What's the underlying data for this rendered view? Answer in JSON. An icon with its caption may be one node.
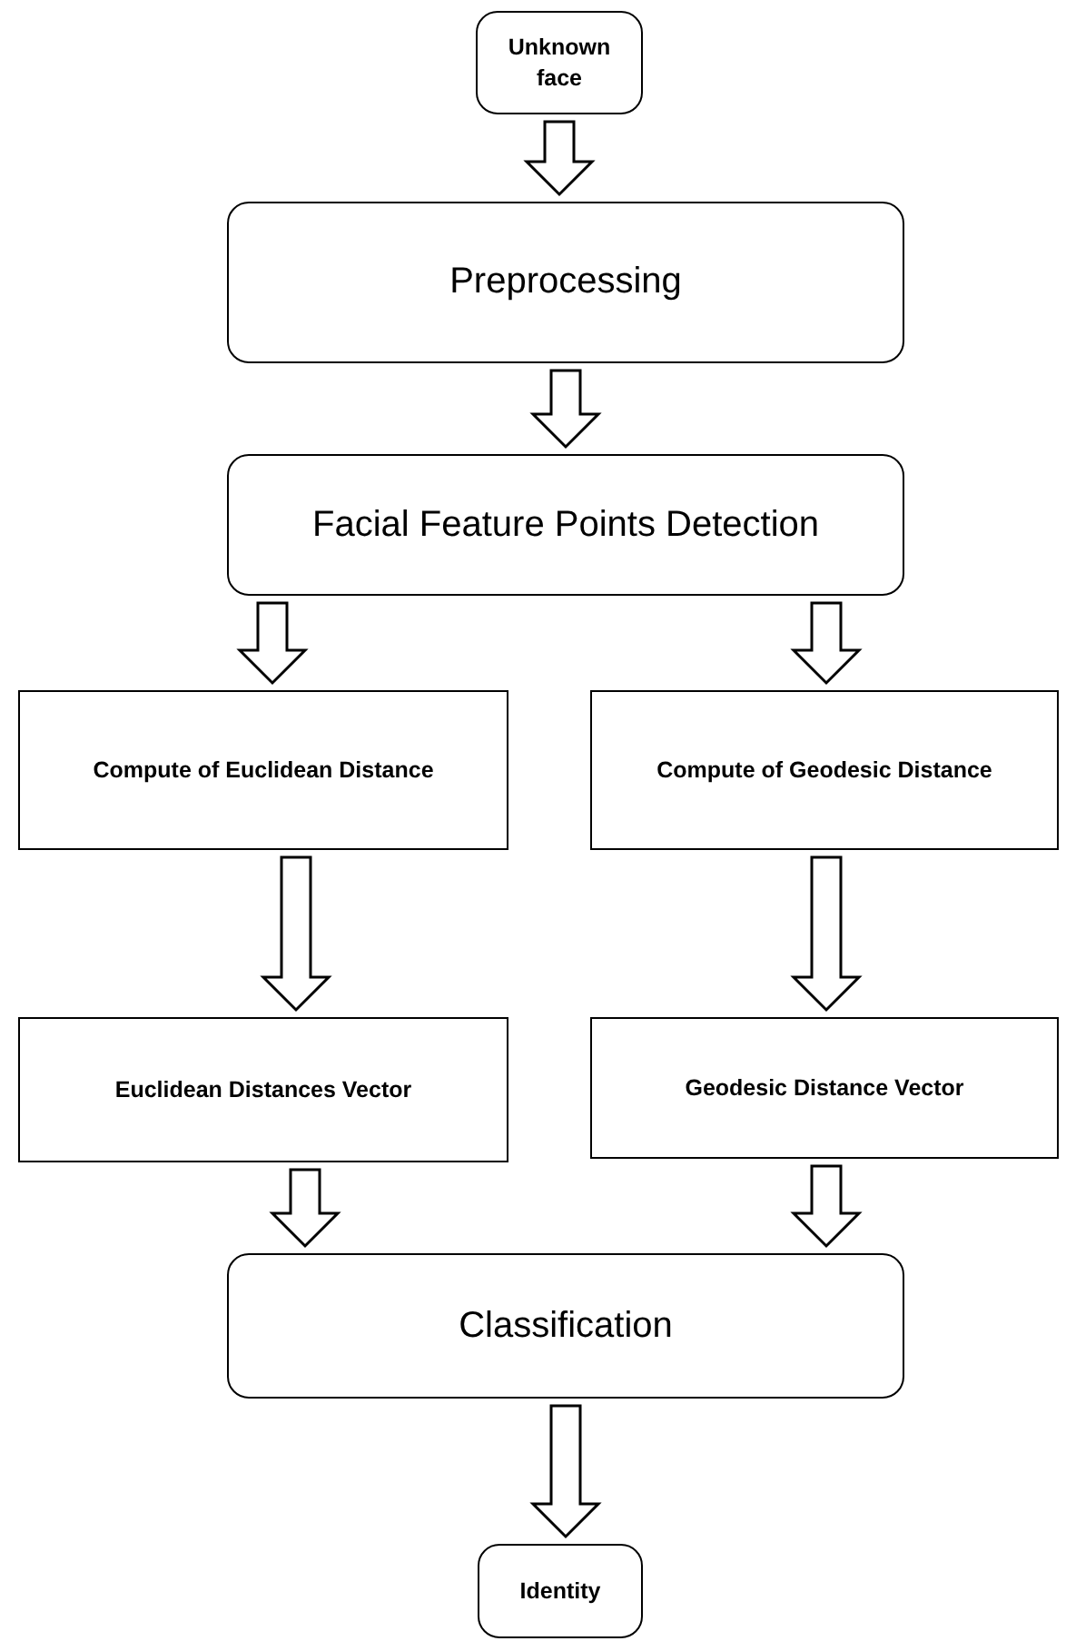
{
  "diagram": {
    "nodes": [
      {
        "text": [
          "Unknown face"
        ]
      },
      {
        "text": [
          "Preprocessing"
        ]
      },
      {
        "text": [
          "Facial Feature Points Detection"
        ]
      },
      {
        "text": [
          "Compute of Euclidean Distance"
        ]
      },
      {
        "text": [
          "Compute of Geodesic Distance"
        ]
      },
      {
        "text": [
          "Euclidean Distances Vector"
        ]
      },
      {
        "text": [
          "Geodesic Distance Vector"
        ]
      },
      {
        "text": [
          "Classification"
        ]
      },
      {
        "text": [
          "Identity"
        ]
      }
    ],
    "edges": [
      {
        "from": 0,
        "to": 1,
        "arrow": "to"
      },
      {
        "from": 1,
        "to": 2,
        "arrow": "to"
      },
      {
        "from": 2,
        "to": 3,
        "arrow": "to"
      },
      {
        "from": 2,
        "to": 4,
        "arrow": "to"
      },
      {
        "from": 3,
        "to": 5,
        "arrow": "to"
      },
      {
        "from": 4,
        "to": 6,
        "arrow": "to"
      },
      {
        "from": 5,
        "to": 7,
        "arrow": "to"
      },
      {
        "from": 6,
        "to": 7,
        "arrow": "to"
      },
      {
        "from": 7,
        "to": 8,
        "arrow": "to"
      }
    ]
  }
}
